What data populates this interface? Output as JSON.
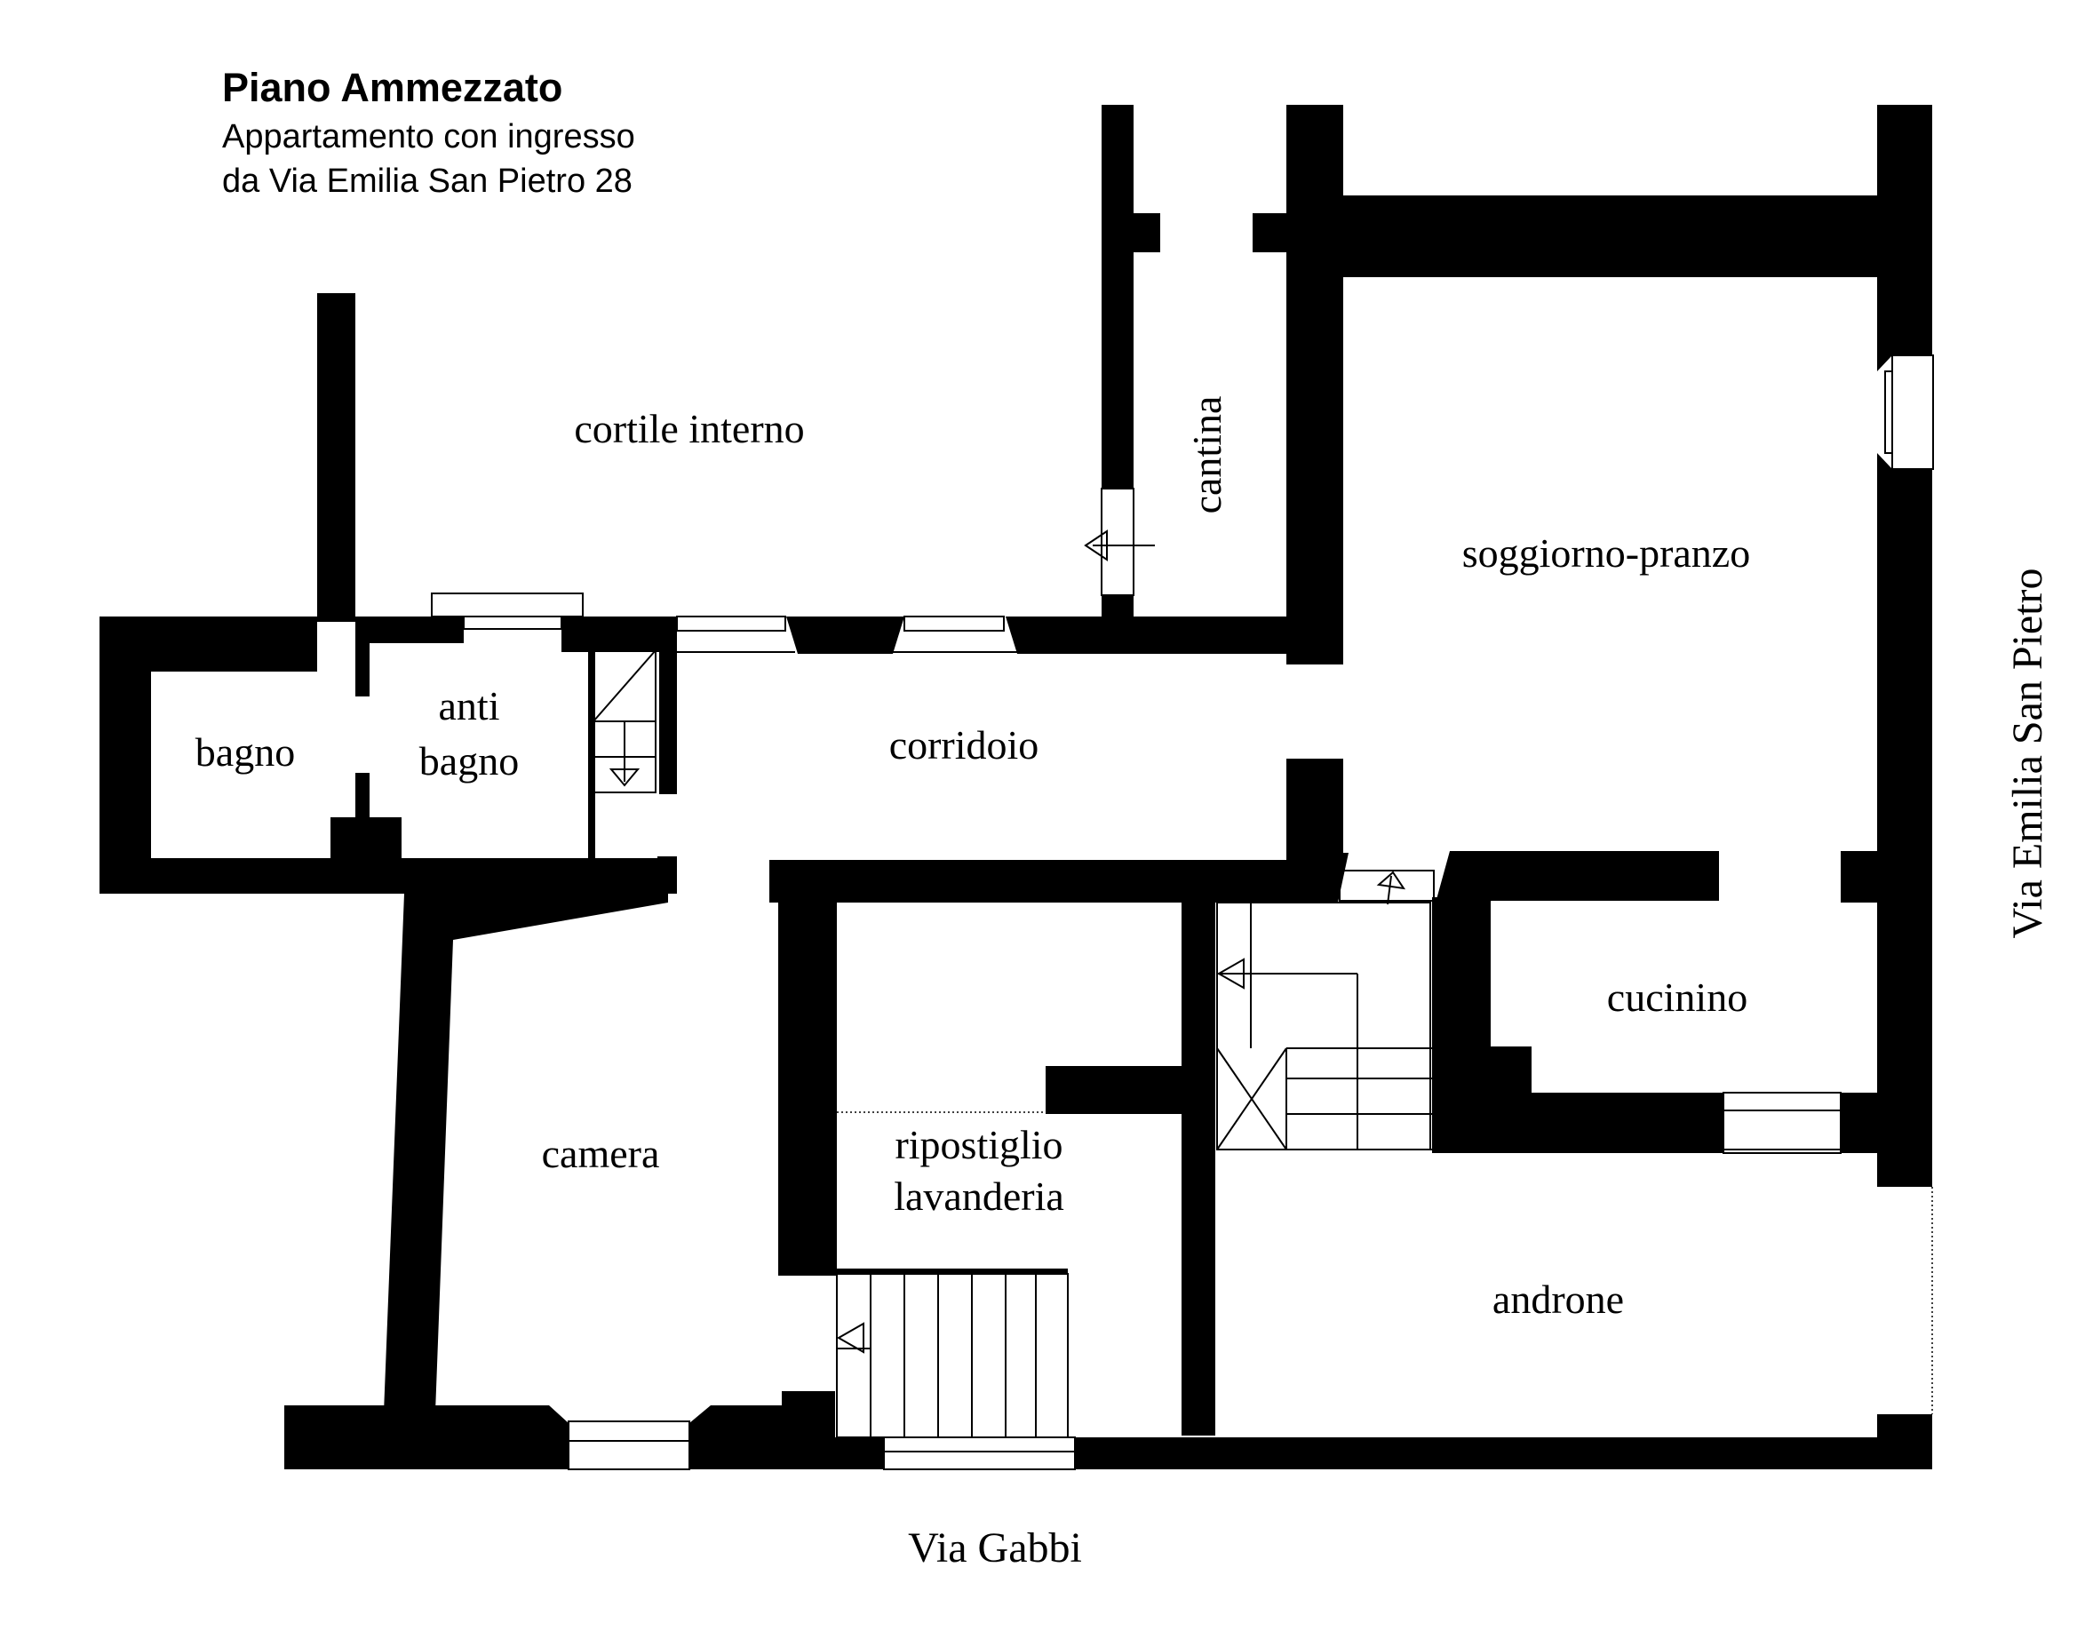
{
  "header": {
    "title": "Piano Ammezzato",
    "subtitle_line1": "Appartamento con ingresso",
    "subtitle_line2": "da Via Emilia San Pietro 28"
  },
  "rooms": {
    "cortile": "cortile interno",
    "cantina": "cantina",
    "soggiorno": "soggiorno-pranzo",
    "bagno": "bagno",
    "antibagno_line1": "anti",
    "antibagno_line2": "bagno",
    "corridoio": "corridoio",
    "cucinino": "cucinino",
    "camera": "camera",
    "ripostiglio_line1": "ripostiglio",
    "ripostiglio_line2": "lavanderia",
    "androne": "androne"
  },
  "streets": {
    "south": "Via Gabbi",
    "east": "Via Emilia San Pietro"
  },
  "colors": {
    "wall": "#000000",
    "background": "#ffffff"
  }
}
